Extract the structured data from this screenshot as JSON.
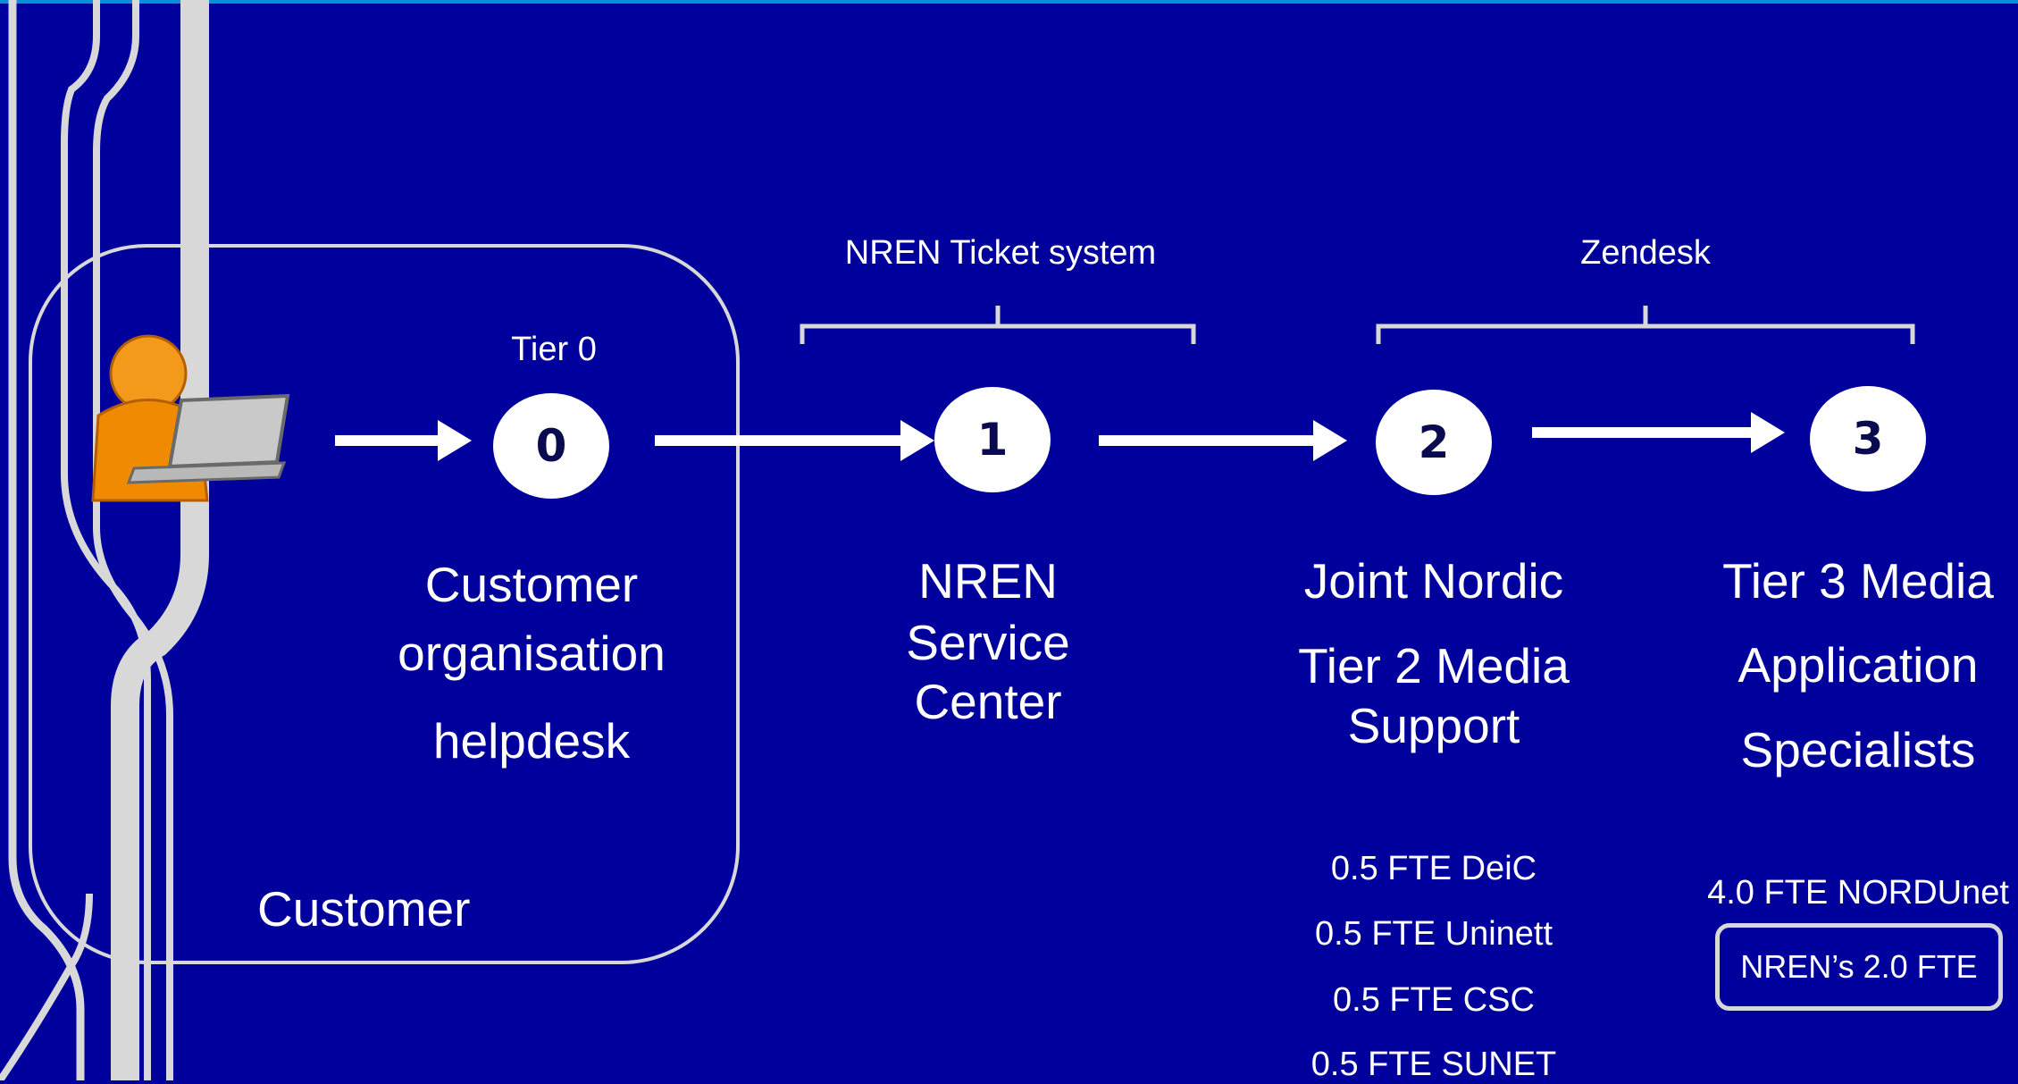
{
  "tier0": {
    "number": "0",
    "label": "Tier 0",
    "lines": [
      "Customer",
      "organisation",
      "helpdesk"
    ]
  },
  "tier1": {
    "number": "1",
    "lines": [
      "NREN",
      "Service",
      "Center"
    ]
  },
  "tier2": {
    "number": "2",
    "lines": [
      "Joint Nordic",
      "Tier 2 Media",
      "Support"
    ],
    "staff": [
      "0.5 FTE DeiC",
      "0.5 FTE Uninett",
      "0.5 FTE CSC",
      "0.5 FTE SUNET"
    ]
  },
  "tier3": {
    "number": "3",
    "lines": [
      "Tier 3 Media",
      "Application",
      "Specialists"
    ],
    "staff": [
      "4.0 FTE NORDUnet"
    ],
    "nren_box": "NREN’s 2.0 FTE"
  },
  "systems": {
    "left": "NREN Ticket system",
    "right": "Zendesk"
  },
  "customer_label": "Customer",
  "icons": {
    "user": "user-laptop-icon",
    "arrow": "arrow-right-icon"
  },
  "colors": {
    "background": "#00009c",
    "accent_bar": "#0a8fd8",
    "user_orange": "#f08a00",
    "lines": "#d8d8d8"
  }
}
